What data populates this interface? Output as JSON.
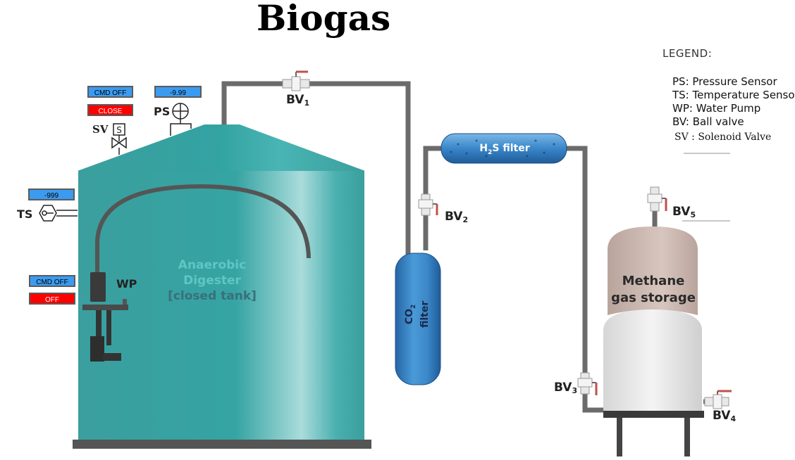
{
  "title": "Biogas",
  "legend": {
    "heading": "LEGEND:",
    "items": [
      "PS: Pressure Sensor",
      "TS: Temperature Sensor",
      "WP: Water Pump",
      "BV: Ball valve",
      "SV : Solenoid Valve"
    ]
  },
  "controls": {
    "sv_cmd": "CMD OFF",
    "sv_state": "CLOSE",
    "ps_value": "-9.99",
    "ts_value": "-999",
    "wp_cmd": "CMD OFF",
    "wp_state": "OFF"
  },
  "labels": {
    "sv": "SV",
    "ps": "PS",
    "ts": "TS",
    "wp": "WP",
    "bv_prefix": "BV",
    "bv1": "1",
    "bv2": "2",
    "bv3": "3",
    "bv4": "4",
    "bv5": "5"
  },
  "tank": {
    "line1": "Anaerobic",
    "line2": "Digester",
    "line3": "[closed tank]"
  },
  "filters": {
    "h2s_pre": "H",
    "h2s_sub": "2",
    "h2s_post": "S filter",
    "co2_pre": "CO",
    "co2_sub": "2",
    "co2_post": "filter"
  },
  "storage": {
    "line1": "Methane",
    "line2": "gas storage"
  },
  "colors": {
    "tank_teal": "#3fa7a6",
    "pipe_gray": "#6b6b6b",
    "hmi_blue": "#3b9bf0",
    "hmi_red": "#ff0000",
    "filter_blue": "#2f7fc7"
  }
}
